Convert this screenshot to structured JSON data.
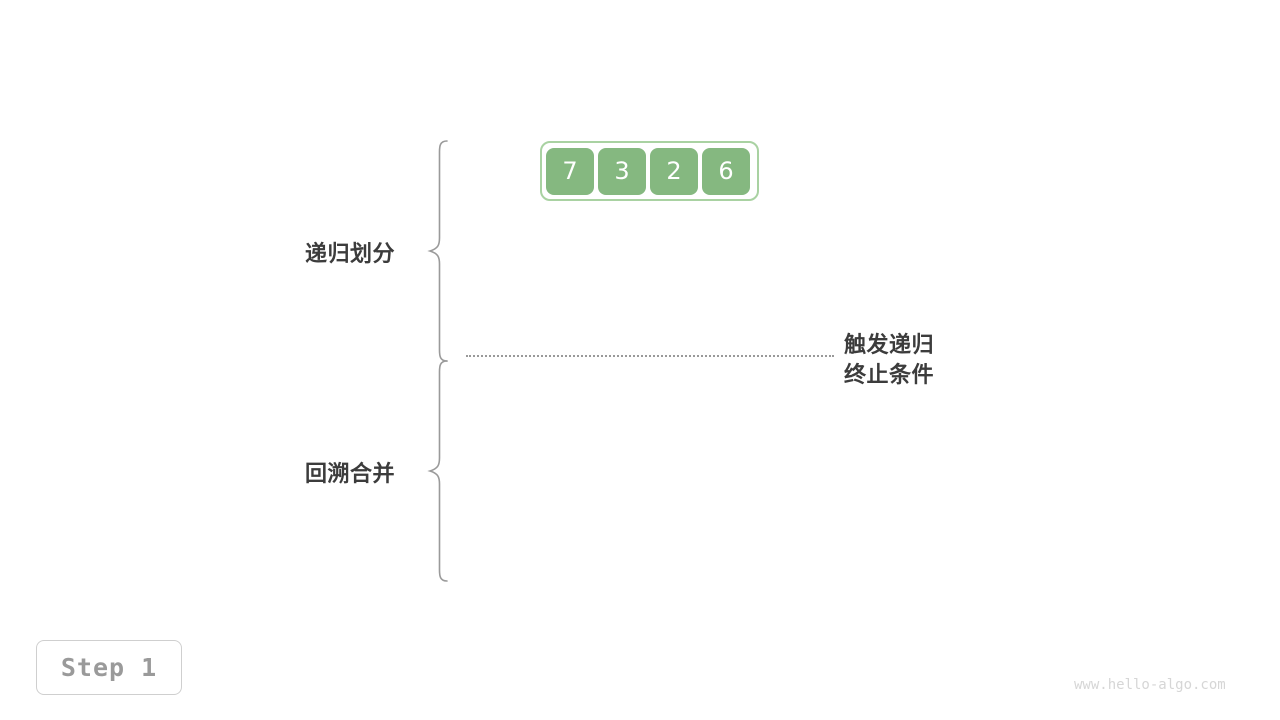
{
  "diagram": {
    "title": "Merge Sort Recursive Division Step 1",
    "background_color": "#ffffff"
  },
  "array": {
    "name": "input-array",
    "values": [
      "7",
      "3",
      "2",
      "6"
    ],
    "cell_fill": "#85b880",
    "cell_text_color": "#ffffff",
    "container_border_color": "#a9d2a2"
  },
  "phases": [
    {
      "label": "递归划分",
      "brace_name": "divide-phase-brace"
    },
    {
      "label": "回溯合并",
      "brace_name": "merge-phase-brace"
    }
  ],
  "annotation": {
    "line1": "触发递归",
    "line2": "终止条件",
    "text_color": "#3c3c3c"
  },
  "divider": {
    "style": "dotted",
    "color": "#999999"
  },
  "step_badge": {
    "label": "Step 1",
    "border_color": "#cfcfcf",
    "text_color": "#9a9a9a"
  },
  "watermark": {
    "text": "www.hello-algo.com",
    "color": "#d6d6d6"
  }
}
